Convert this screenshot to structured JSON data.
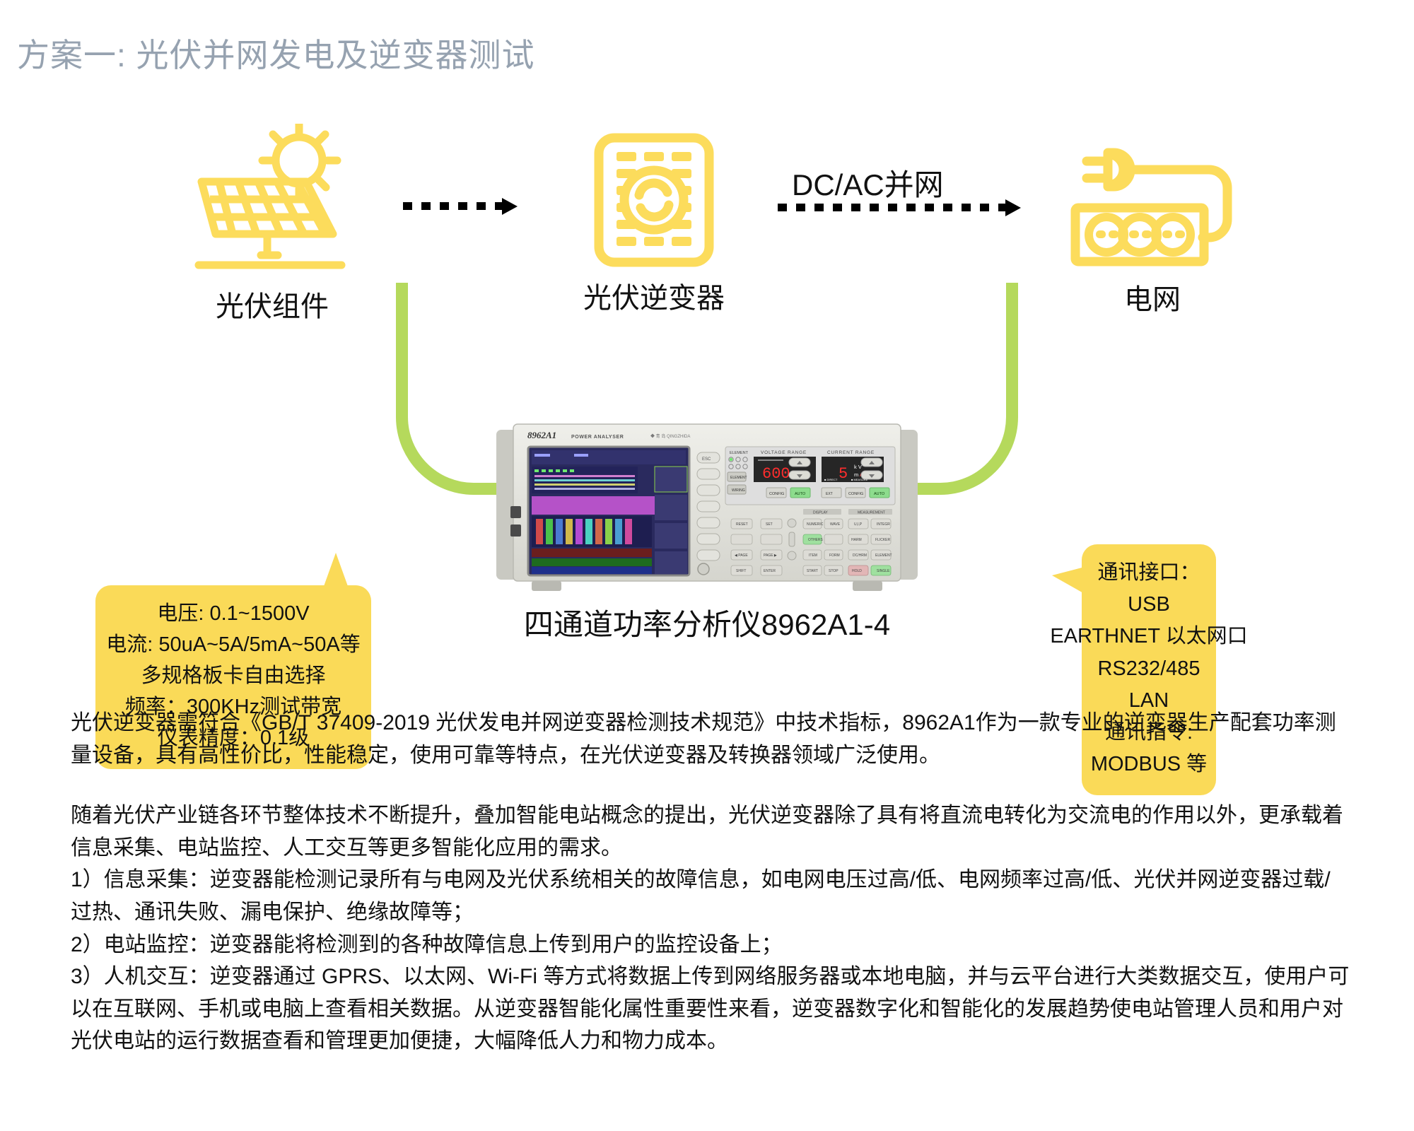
{
  "title": "方案一: 光伏并网发电及逆变器测试",
  "colors": {
    "title_gray": "#96a2b0",
    "icon_yellow": "#fcdc5c",
    "callout_yellow": "#fada58",
    "pipe_green": "#b5d95c"
  },
  "diagram": {
    "nodes": [
      {
        "id": "pv",
        "icon": "solar-panel-icon",
        "label": "光伏组件"
      },
      {
        "id": "inv",
        "icon": "inverter-icon",
        "label": "光伏逆变器"
      },
      {
        "id": "grid",
        "icon": "power-strip-icon",
        "label": "电网"
      }
    ],
    "arrow_label": "DC/AC并网",
    "instrument": {
      "model_badge": "8962A1",
      "model_sub": "POWER ANALYSER",
      "voltage_range_label": "VOLTAGE RANGE",
      "current_range_label": "CURRENT RANGE",
      "element_label": "ELEMENT",
      "voltage_value": "600",
      "voltage_unit": "V",
      "current_value": "5",
      "current_unit_1": "k V",
      "current_unit_2": "m A",
      "auto_label": "AUTO",
      "config_label": "CONFIG",
      "caption": "四通道功率分析仪8962A1-4"
    }
  },
  "callout_left": {
    "lines": [
      "电压: 0.1~1500V",
      "电流: 50uA~5A/5mA~50A等",
      "多规格板卡自由选择",
      "频率：300KHz测试带宽",
      "仪表精度：0.1级"
    ]
  },
  "callout_right": {
    "lines": [
      "通讯接口：",
      "USB",
      "EARTHNET 以太网口",
      "RS232/485",
      "LAN",
      "通讯指令:",
      "MODBUS 等"
    ]
  },
  "body": {
    "paragraph_1": "光伏逆变器需符合《GB/T 37409-2019 光伏发电并网逆变器检测技术规范》中技术指标，8962A1作为一款专业的逆变器生产配套功率测量设备，具有高性价比，性能稳定，使用可靠等特点，在光伏逆变器及转换器领域广泛使用。",
    "paragraph_2": "随着光伏产业链各环节整体技术不断提升，叠加智能电站概念的提出，光伏逆变器除了具有将直流电转化为交流电的作用以外，更承载着信息采集、电站监控、人工交互等更多智能化应用的需求。",
    "paragraph_3": "1）信息采集：逆变器能检测记录所有与电网及光伏系统相关的故障信息，如电网电压过高/低、电网频率过高/低、光伏并网逆变器过载/过热、通讯失败、漏电保护、绝缘故障等；",
    "paragraph_4": "2）电站监控：逆变器能将检测到的各种故障信息上传到用户的监控设备上；",
    "paragraph_5": "3）人机交互：逆变器通过 GPRS、以太网、Wi-Fi 等方式将数据上传到网络服务器或本地电脑，并与云平台进行大类数据交互，使用户可以在互联网、手机或电脑上查看相关数据。从逆变器智能化属性重要性来看，逆变器数字化和智能化的发展趋势使电站管理人员和用户对光伏电站的运行数据查看和管理更加便捷，大幅降低人力和物力成本。"
  }
}
